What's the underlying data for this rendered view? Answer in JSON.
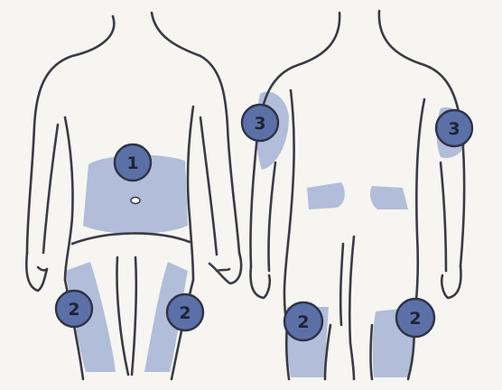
{
  "markers": {
    "front_abdomen": "1",
    "front_left_thigh": "2",
    "front_right_thigh": "2",
    "back_left_thigh": "2",
    "back_right_thigh": "2",
    "back_left_arm": "3",
    "back_right_arm": "3"
  },
  "colors": {
    "zone_fill": "#aab7d6",
    "marker_fill": "#5c70a8",
    "outline": "#3a3c44",
    "paper": "#f6f5f1"
  }
}
